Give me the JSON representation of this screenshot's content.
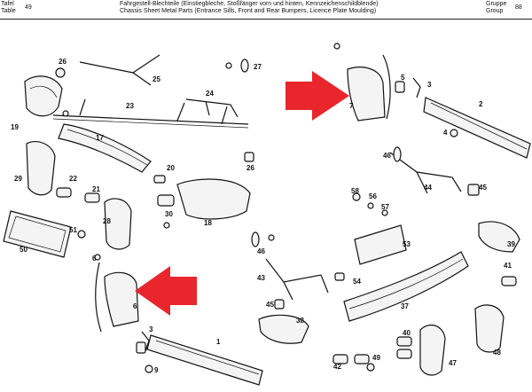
{
  "header": {
    "tafel": "Tafel",
    "table": "Table",
    "page_number": "49",
    "title_de": "Fahrgestell-Blechteile (Einstiegbleche, Stoßfänger vorn und hinten, Kennzeichenschildblende)",
    "title_en": "Chassis Sheet Metal Parts (Entrance Sills, Front and Rear Bumpers, Licence Plate Moulding)",
    "gruppe": "Gruppe",
    "group": "Group",
    "group_number": "88"
  },
  "callouts": {
    "c1": "1",
    "c2": "2",
    "c3": "3",
    "c4": "4",
    "c5": "5",
    "c6": "6",
    "c7": "7",
    "c9": "9",
    "c17": "17",
    "c18": "18",
    "c19": "19",
    "c20": "20",
    "c21": "21",
    "c22": "22",
    "c23": "23",
    "c24": "24",
    "c25": "25",
    "c26a": "26",
    "c26b": "26",
    "c27": "27",
    "c28": "28",
    "c29": "29",
    "c30": "30",
    "c37": "37",
    "c38": "38",
    "c39": "39",
    "c40": "40",
    "c41": "41",
    "c42": "42",
    "c43": "43",
    "c44": "44",
    "c45": "45",
    "c46a": "46",
    "c46b": "46",
    "c47": "47",
    "c48": "48",
    "c49": "49",
    "c50": "50",
    "c51": "51",
    "c53": "53",
    "c54": "54",
    "c56": "56",
    "c57": "57",
    "c58": "58"
  },
  "highlight_color": "#e8262b",
  "annotations": [
    "arrow-pointing-to-part-7",
    "arrow-pointing-to-part-6"
  ]
}
